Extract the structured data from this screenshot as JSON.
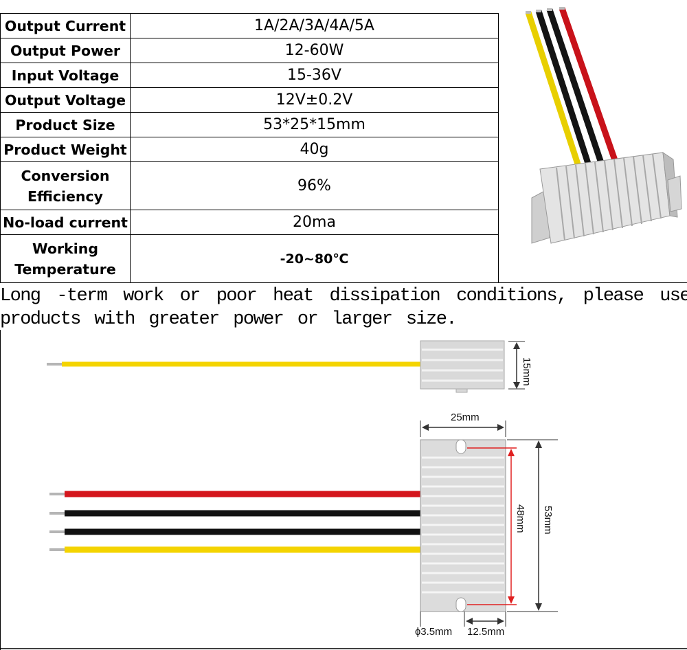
{
  "specs": [
    {
      "label": "Output Current",
      "value": "1A/2A/3A/4A/5A"
    },
    {
      "label": "Output Power",
      "value": "12-60W"
    },
    {
      "label": "Input Voltage",
      "value": "15-36V"
    },
    {
      "label": "Output Voltage",
      "value": "12V±0.2V"
    },
    {
      "label": "Product Size",
      "value": "53*25*15mm"
    },
    {
      "label": "Product Weight",
      "value": "40g"
    },
    {
      "label_line1": "Conversion",
      "label_line2": "Efficiency",
      "value": "96%"
    },
    {
      "label": "No-load current",
      "value": "20ma"
    },
    {
      "label_line1": "Working",
      "label_line2": "Temperature",
      "value": "-20~80℃"
    }
  ],
  "note": "Long -term work or poor heat dissipation conditions, please use products with greater power or larger size.",
  "dimensions": {
    "height": "15mm",
    "width": "25mm",
    "hole_spacing": "48mm",
    "length": "53mm",
    "hole_diameter": "ɸ3.5mm",
    "hole_offset": "12.5mm"
  },
  "wire_colors": {
    "red": "#d4161c",
    "black": "#111111",
    "yellow": "#f4d400"
  }
}
